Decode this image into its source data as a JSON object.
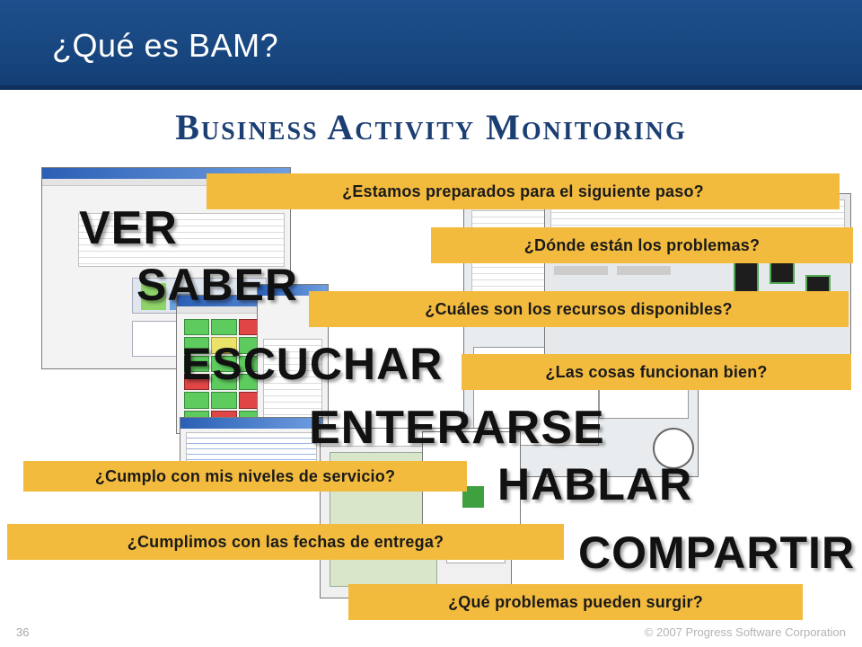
{
  "slide": {
    "title": "¿Qué es BAM?",
    "subtitle": "Business Activity Monitoring"
  },
  "questions": [
    "¿Estamos preparados para el siguiente paso?",
    "¿Dónde están los problemas?",
    "¿Cuáles son los recursos disponibles?",
    "¿Las cosas funcionan bien?",
    "¿Cumplo con mis niveles de servicio?",
    "¿Cumplimos con las fechas de entrega?",
    "¿Qué problemas pueden surgir?"
  ],
  "words": [
    "VER",
    "SABER",
    "ESCUCHAR",
    "ENTERARSE",
    "HABLAR",
    "COMPARTIR"
  ],
  "footer": {
    "page_number": "36",
    "copyright": "© 2007 Progress Software Corporation"
  },
  "colors": {
    "header": "#184780",
    "banner": "#f3bb3e",
    "subtitle": "#1c3f73"
  }
}
